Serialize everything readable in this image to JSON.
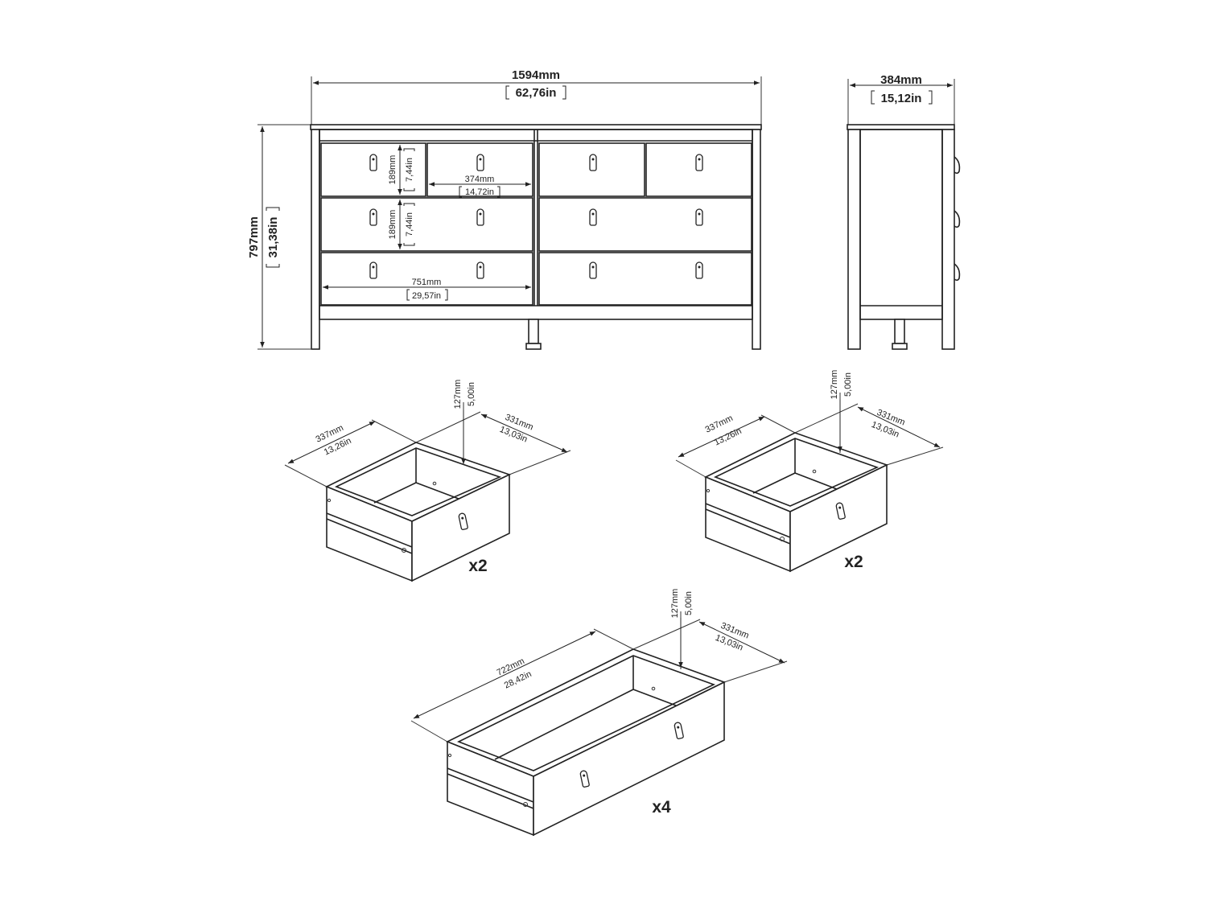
{
  "front_view": {
    "width_mm": "1594mm",
    "width_in": "62,76in",
    "height_mm": "797mm",
    "height_in": "31,38in",
    "drawer_height_top_mm": "189mm",
    "drawer_height_top_in": "7,44in",
    "drawer_height_mid_mm": "189mm",
    "drawer_height_mid_in": "7,44in",
    "small_drawer_width_mm": "374mm",
    "small_drawer_width_in": "14,72in",
    "large_drawer_width_mm": "751mm",
    "large_drawer_width_in": "29,57in"
  },
  "side_view": {
    "depth_mm": "384mm",
    "depth_in": "15,12in"
  },
  "drawer_a": {
    "width_mm": "337mm",
    "width_in": "13,26in",
    "depth_mm": "331mm",
    "depth_in": "13,03in",
    "height_mm": "127mm",
    "height_in": "5,00in",
    "quantity": "x2"
  },
  "drawer_b": {
    "width_mm": "337mm",
    "width_in": "13,26in",
    "depth_mm": "331mm",
    "depth_in": "13,03in",
    "height_mm": "127mm",
    "height_in": "5,00in",
    "quantity": "x2"
  },
  "drawer_c": {
    "width_mm": "722mm",
    "width_in": "28,42in",
    "depth_mm": "331mm",
    "depth_in": "13,03in",
    "height_mm": "127mm",
    "height_in": "5,00in",
    "quantity": "x4"
  }
}
